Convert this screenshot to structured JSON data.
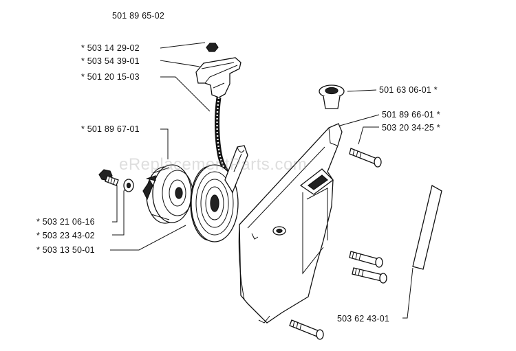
{
  "assembly_number": "501 89 65-02",
  "watermark": "eReplacementParts.com",
  "parts": [
    {
      "label": "* 503 14 29-02",
      "name": "grip-insert"
    },
    {
      "label": "* 503 54 39-01",
      "name": "starter-handle"
    },
    {
      "label": "* 501 20 15-03",
      "name": "starter-rope"
    },
    {
      "label": "* 501 89 67-01",
      "name": "rope-pulley"
    },
    {
      "label": "* 503 21 06-16",
      "name": "center-screw"
    },
    {
      "label": "* 503 23 43-02",
      "name": "washer"
    },
    {
      "label": "* 503 13 50-01",
      "name": "recoil-spring"
    },
    {
      "label": "501 63 06-01 *",
      "name": "rope-guide"
    },
    {
      "label": "501 89 66-01 *",
      "name": "starter-housing"
    },
    {
      "label": "503 20 34-25 *",
      "name": "housing-screw"
    },
    {
      "label": "503 62 43-01",
      "name": "decal"
    }
  ]
}
